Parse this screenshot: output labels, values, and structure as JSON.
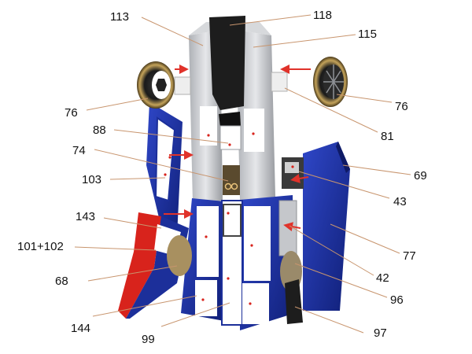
{
  "labels": {
    "l113": "113",
    "l118": "118",
    "l115": "115",
    "l76a": "76",
    "l76b": "76",
    "l81": "81",
    "l88": "88",
    "l74": "74",
    "l69": "69",
    "l103": "103",
    "l43": "43",
    "l143": "143",
    "l77": "77",
    "l101": "101+102",
    "l42": "42",
    "l68": "68",
    "l96": "96",
    "l144": "144",
    "l99": "99",
    "l97": "97"
  },
  "colors": {
    "leader": "#c8956e",
    "arrow": "#e0322a",
    "blue": "#1c2f9a",
    "blue_light": "#2f47c8",
    "grey": "#c9cbcf",
    "grey_dark": "#8e9196",
    "black": "#1d1d1d",
    "red": "#d8231c",
    "white": "#ffffff"
  }
}
